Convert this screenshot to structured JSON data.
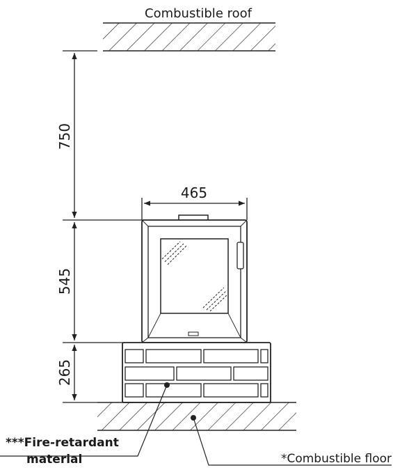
{
  "labels": {
    "roof": "Combustible roof",
    "floor": "*Combustible floor",
    "material_line1": "***Fire-retardant",
    "material_line2": "material"
  },
  "dimensions": {
    "clearance_to_roof": "750",
    "stove_height": "545",
    "base_height": "265",
    "stove_width": "465"
  }
}
